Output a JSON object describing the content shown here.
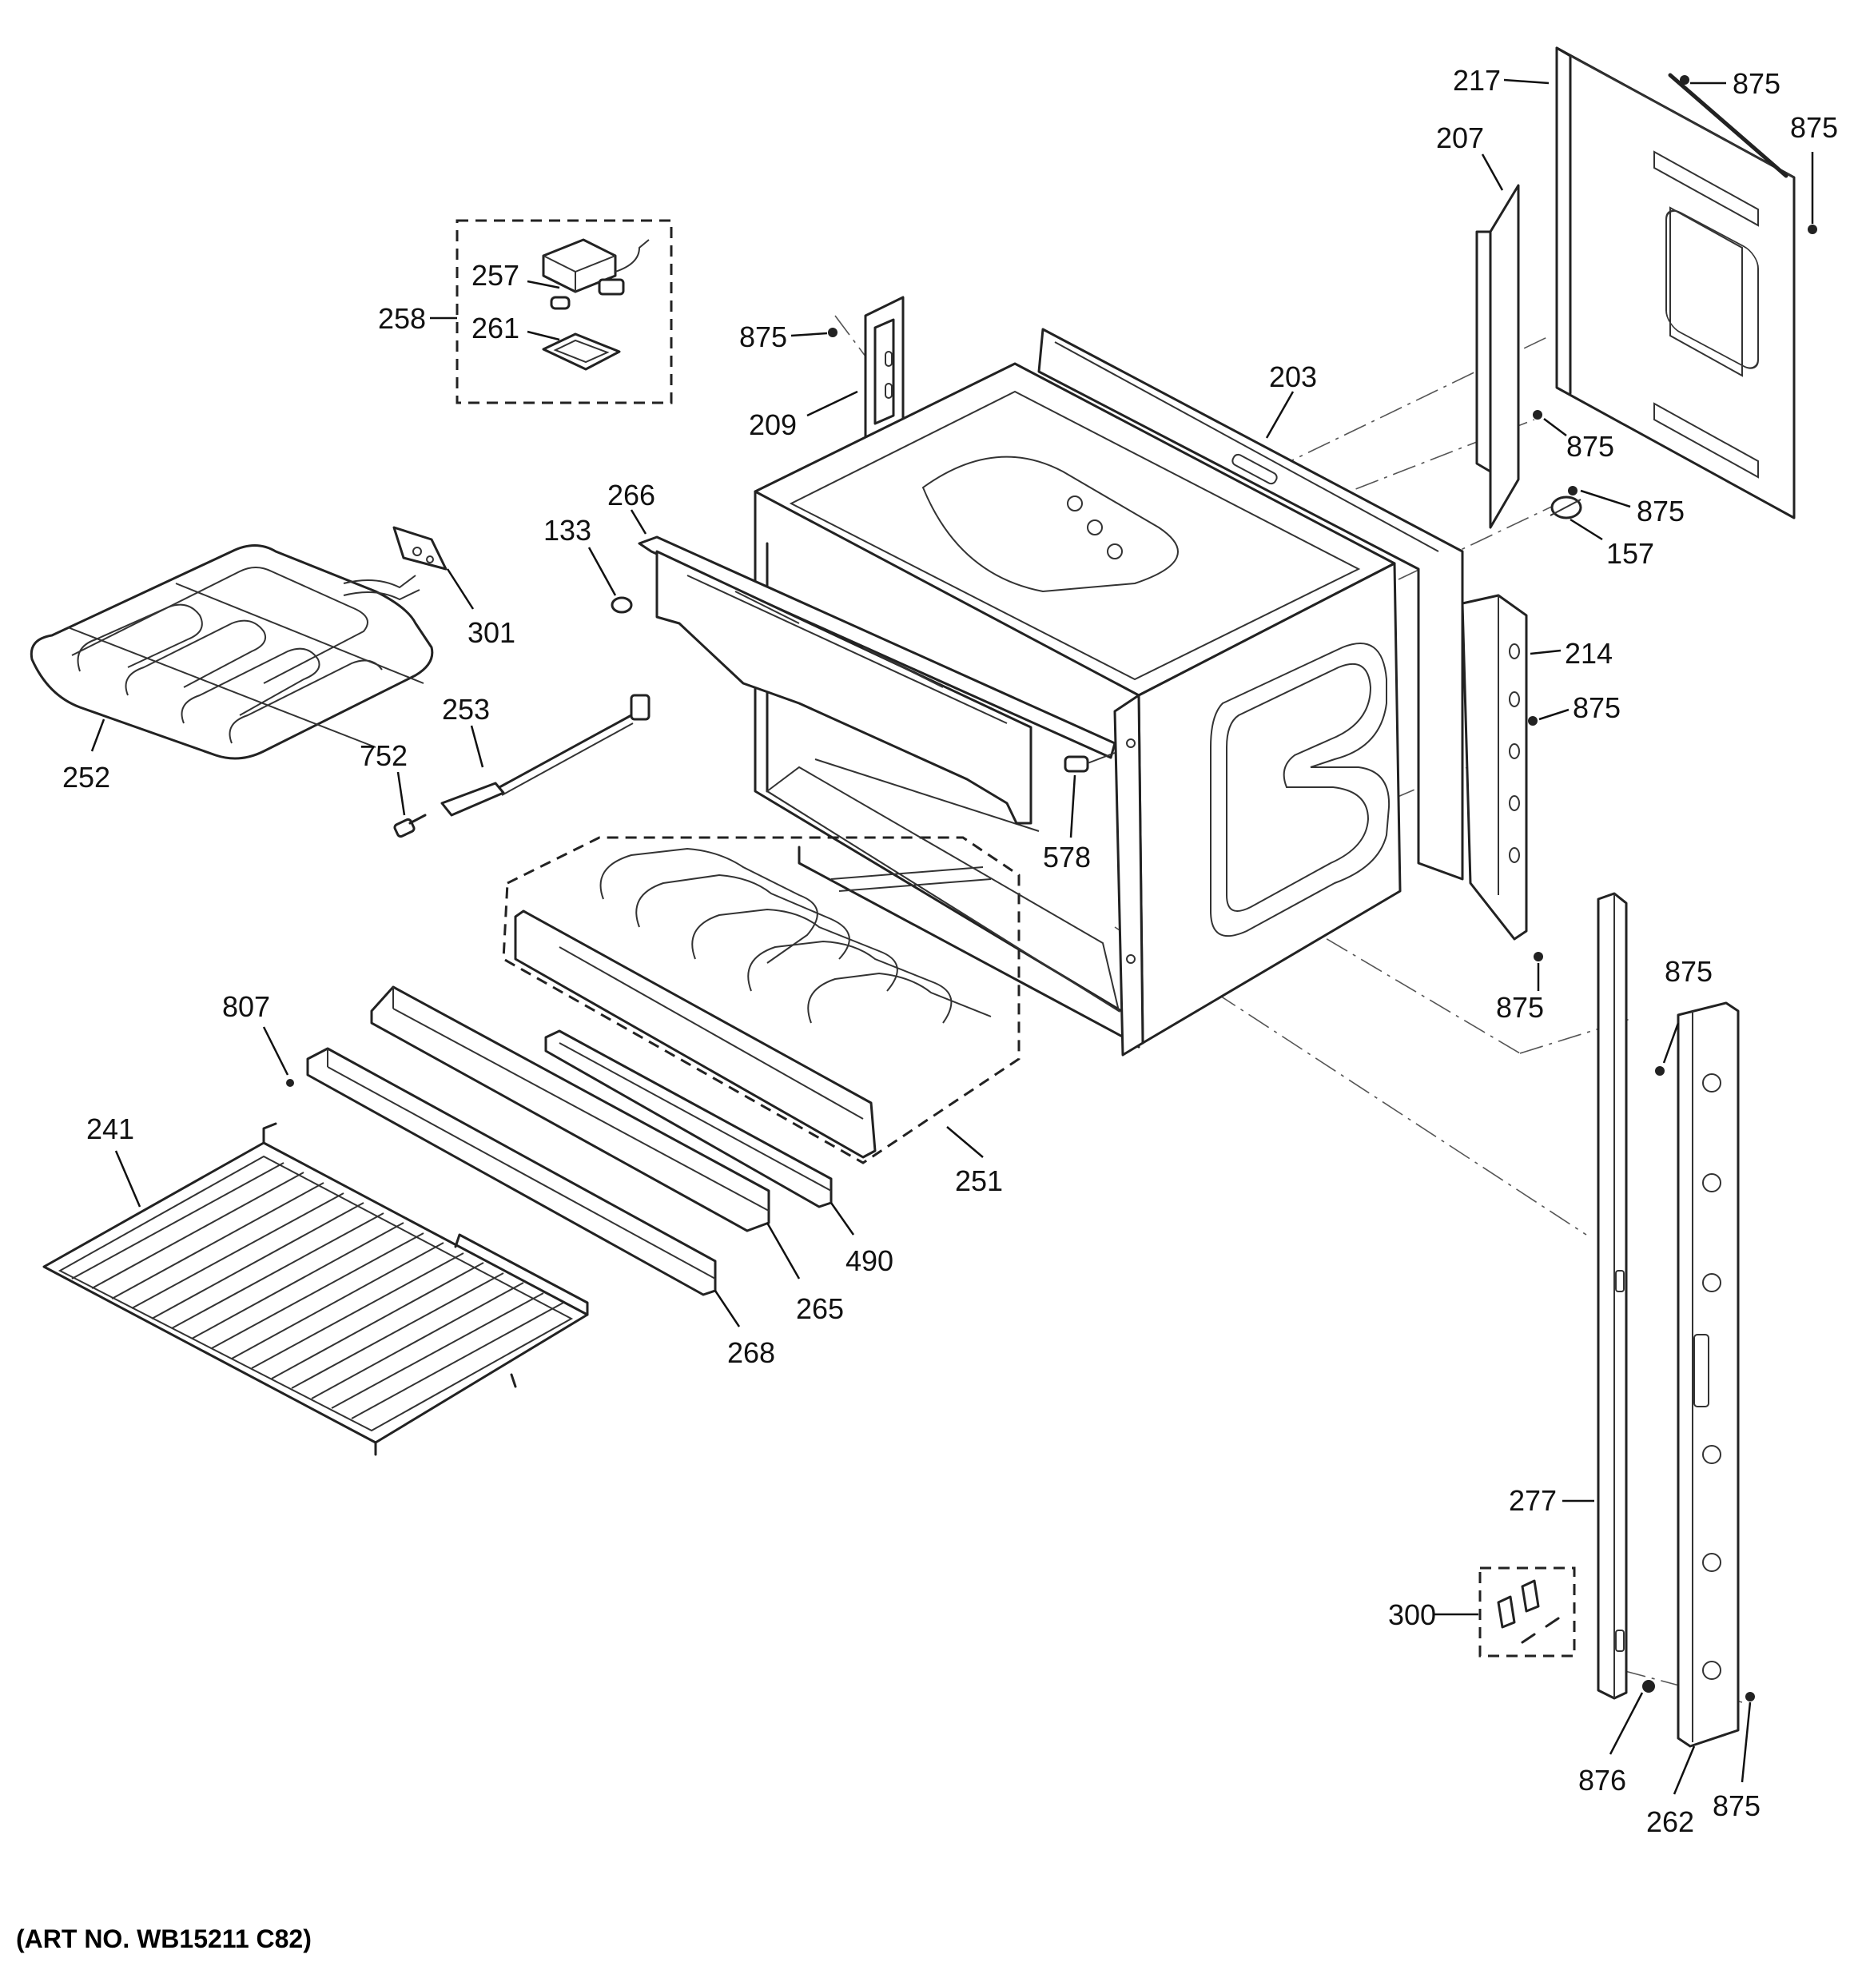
{
  "art_number": "(ART NO. WB15211 C82)",
  "callouts": [
    "217",
    "875",
    "875",
    "207",
    "257",
    "258",
    "261",
    "875",
    "203",
    "209",
    "875",
    "875",
    "157",
    "266",
    "133",
    "301",
    "214",
    "875",
    "253",
    "752",
    "252",
    "578",
    "875",
    "875",
    "807",
    "241",
    "251",
    "490",
    "265",
    "268",
    "277",
    "300",
    "876",
    "262",
    "875"
  ]
}
